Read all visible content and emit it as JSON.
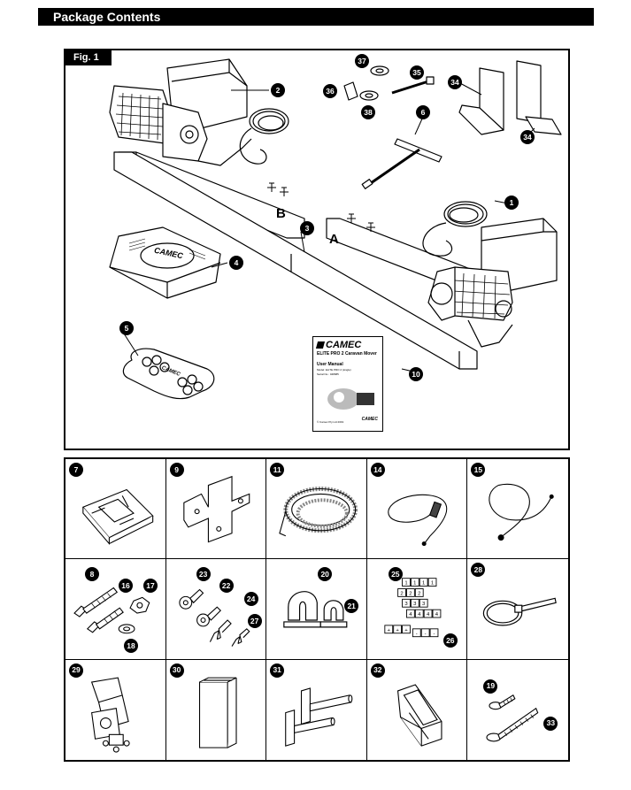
{
  "header": {
    "title": "Package Contents"
  },
  "figure": {
    "tab_label": "Fig. 1",
    "callouts": [
      "1",
      "2",
      "3",
      "4",
      "5",
      "6",
      "10",
      "34",
      "34",
      "35",
      "36",
      "37",
      "38"
    ],
    "rail_letters": {
      "a": "A",
      "b": "B"
    },
    "controller_brand": "CAMEC",
    "remote_brand": "CAMEC",
    "manual": {
      "brand": "CAMEC",
      "subtitle": "ELITE PRO 2 Caravan Mover",
      "doc_title": "User Manual",
      "model_line": "Model: ELITE PRO 2 (single)",
      "serial_line": "Serial No.: 048685",
      "small_print": "© Camec Pty Ltd 2019",
      "footer_brand": "CAMEC"
    }
  },
  "parts_grid": {
    "cells": [
      {
        "badges": [
          "7"
        ]
      },
      {
        "badges": [
          "9"
        ]
      },
      {
        "badges": [
          "11"
        ]
      },
      {
        "badges": [
          "14"
        ]
      },
      {
        "badges": [
          "15"
        ]
      },
      {
        "badges": [
          "8",
          "16",
          "17",
          "18"
        ]
      },
      {
        "badges": [
          "23",
          "22",
          "24",
          "27"
        ]
      },
      {
        "badges": [
          "20",
          "21"
        ]
      },
      {
        "badges": [
          "25",
          "26"
        ],
        "tag_labels": [
          "1",
          "1",
          "1",
          "1",
          "2",
          "2",
          "2",
          "3",
          "3",
          "3",
          "4",
          "4",
          "4",
          "4",
          "+",
          "+",
          "+",
          "-",
          "-",
          "-"
        ]
      },
      {
        "badges": [
          "28"
        ]
      },
      {
        "badges": [
          "29"
        ]
      },
      {
        "badges": [
          "30"
        ]
      },
      {
        "badges": [
          "31"
        ]
      },
      {
        "badges": [
          "32"
        ]
      },
      {
        "badges": [
          "19",
          "33"
        ]
      }
    ]
  },
  "colors": {
    "ink": "#000000",
    "paper": "#ffffff",
    "shade": "#d9d9d9"
  }
}
